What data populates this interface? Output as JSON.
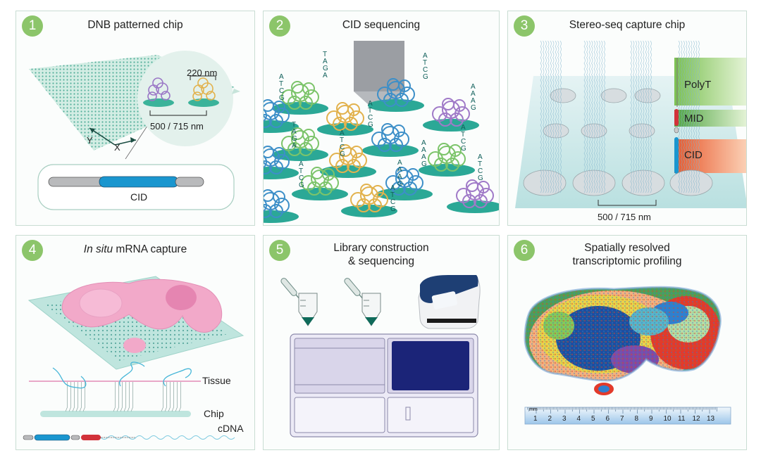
{
  "panels": [
    {
      "number": "1",
      "title": "DNB patterned chip"
    },
    {
      "number": "2",
      "title": "CID sequencing"
    },
    {
      "number": "3",
      "title": "Stereo-seq capture chip"
    },
    {
      "number": "4",
      "title_italic": "In situ",
      "title_rest": " mRNA  capture"
    },
    {
      "number": "5",
      "title_line1": "Library construction",
      "title_line2": "& sequencing"
    },
    {
      "number": "6",
      "title_line1": "Spatially resolved",
      "title_line2": "transcriptomic profiling"
    }
  ],
  "panel1": {
    "dnb_size": "220 nm",
    "pitch": "500 / 715 nm",
    "axis_x": "X",
    "axis_y": "Y",
    "barcode_label": "CID"
  },
  "panel3": {
    "pitch": "500 / 715 nm",
    "segments": [
      "PolyT",
      "MID",
      "CID"
    ]
  },
  "panel4": {
    "labels": [
      "Tissue",
      "Chip",
      "cDNA"
    ]
  },
  "panel6": {
    "ruler_unit": "mm",
    "ruler_ticks": [
      "1",
      "2",
      "3",
      "4",
      "5",
      "6",
      "7",
      "8",
      "9",
      "10",
      "11",
      "12",
      "13"
    ]
  },
  "colors": {
    "badge": "#8cc56a",
    "teal": "#3bb39a",
    "cid_blue": "#1a96cf",
    "mid_red": "#d2323a",
    "polyT_green": "#9fd36f",
    "pink": "#f2a9c9",
    "navy": "#1b2478"
  }
}
